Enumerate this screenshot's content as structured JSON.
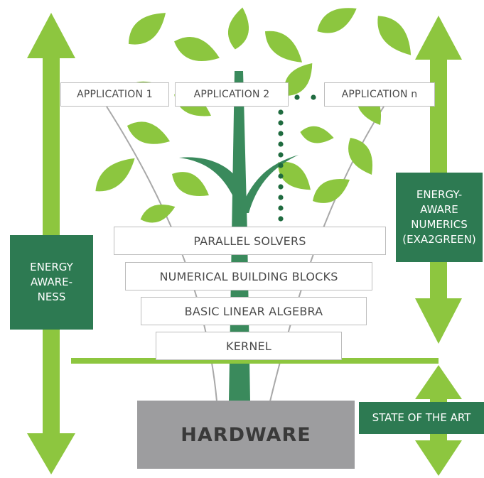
{
  "applications": [
    "APPLICATION 1",
    "APPLICATION 2",
    "APPLICATION n"
  ],
  "layers": [
    "PARALLEL SOLVERS",
    "NUMERICAL BUILDING BLOCKS",
    "BASIC LINEAR ALGEBRA",
    "KERNEL"
  ],
  "hardware": "HARDWARE",
  "left_label": "ENERGY\nAWARE-\nNESS",
  "right_label": "ENERGY-\nAWARE\nNUMERICS\n(EXA2GREEN)",
  "state_label": "STATE OF THE ART",
  "colors": {
    "arrow_green": "#8dc63f",
    "dark_green": "#2d7a52",
    "leaf_green": "#8cc63f",
    "hardware_gray": "#9d9d9f",
    "dots": "#1f6b3f"
  },
  "icons": [
    "leaf-icon",
    "tree-trunk-icon",
    "double-arrow-icon",
    "dotted-connector-icon"
  ]
}
